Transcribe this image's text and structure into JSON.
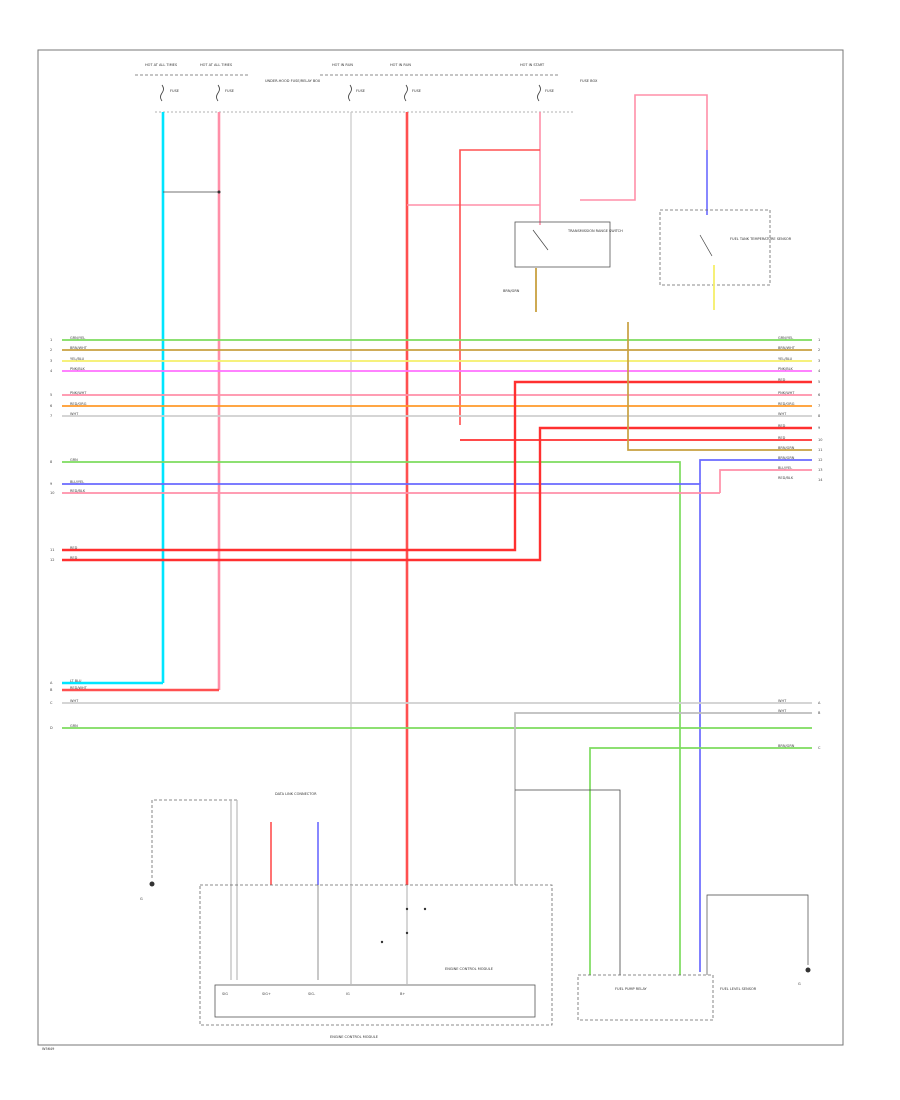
{
  "fuses": [
    {
      "id": "f1",
      "label": "HOT AT ALL TIMES",
      "fuse": "FUSE"
    },
    {
      "id": "f2",
      "label": "HOT AT ALL TIMES",
      "fuse": "FUSE"
    },
    {
      "id": "f3",
      "label": "HOT IN RUN",
      "fuse": "FUSE"
    },
    {
      "id": "f4",
      "label": "HOT IN RUN",
      "fuse": "FUSE"
    },
    {
      "id": "f5",
      "label": "HOT IN START",
      "fuse": "FUSE"
    }
  ],
  "fuse_block_note": "UNDER-HOOD FUSE/RELAY BOX",
  "relay_box_note": "FUSE BOX",
  "components": {
    "trans_range": "TRANSMISSION RANGE SWITCH",
    "fuel_tank_temp": "FUEL TANK TEMPERATURE SENSOR",
    "engine_control_module": "ENGINE CONTROL MODULE",
    "ecm_bottom": "ENGINE CONTROL MODULE",
    "fuel_pump": "FUEL PUMP RELAY",
    "fuel_level": "FUEL LEVEL SENSOR",
    "ground_left": "G",
    "ground_right": "G",
    "data_link": "DATA LINK CONNECTOR"
  },
  "wires_left": [
    {
      "color": "GRN/YEL",
      "pin": "1"
    },
    {
      "color": "BRN/WHT",
      "pin": "2"
    },
    {
      "color": "YEL/BLU",
      "pin": "3"
    },
    {
      "color": "PNK/BLK",
      "pin": "4"
    },
    {
      "color": "PNK/WHT",
      "pin": "5"
    },
    {
      "color": "RED/ORG",
      "pin": "6"
    },
    {
      "color": "WHT",
      "pin": "7"
    },
    {
      "color": "GRN",
      "pin": "8"
    },
    {
      "color": "BLU/YEL",
      "pin": "9"
    },
    {
      "color": "RED/BLK",
      "pin": "10"
    },
    {
      "color": "RED",
      "pin": "11"
    },
    {
      "color": "RED",
      "pin": "12"
    }
  ],
  "wires_right": [
    {
      "color": "GRN/YEL",
      "pin": "1"
    },
    {
      "color": "BRN/WHT",
      "pin": "2"
    },
    {
      "color": "YEL/BLU",
      "pin": "3"
    },
    {
      "color": "PNK/BLK",
      "pin": "4"
    },
    {
      "color": "RED",
      "pin": "5"
    },
    {
      "color": "PNK/WHT",
      "pin": "6"
    },
    {
      "color": "RED/ORG",
      "pin": "7"
    },
    {
      "color": "WHT",
      "pin": "8"
    },
    {
      "color": "RED",
      "pin": "9"
    },
    {
      "color": "RED",
      "pin": "10"
    },
    {
      "color": "BRN/GRN",
      "pin": "11"
    },
    {
      "color": "BRN/GRN",
      "pin": "12"
    },
    {
      "color": "BLU/YEL",
      "pin": "13"
    },
    {
      "color": "RED/BLK",
      "pin": "14"
    }
  ],
  "wires_lower_left": [
    {
      "color": "LT BLU",
      "pin": "A"
    },
    {
      "color": "RED/WHT",
      "pin": "B"
    },
    {
      "color": "WHT",
      "pin": "C"
    },
    {
      "color": "GRN",
      "pin": "D"
    }
  ],
  "wires_lower_right": [
    {
      "color": "WHT",
      "pin": "A"
    },
    {
      "color": "WHT",
      "pin": "B"
    },
    {
      "color": "BRN/GRN",
      "pin": "C"
    }
  ],
  "ecm_pins": [
    "SIG",
    "SIG+",
    "SIG-",
    "IG",
    "B+"
  ],
  "footer_code": "W5649",
  "colors": {
    "lt_blue": "#00e5ff",
    "red": "#ff2a2a",
    "pink": "#ff8fa8",
    "green": "#7ddc5e",
    "blue": "#6a6aff",
    "yellow": "#f5ef6a",
    "magenta": "#ff70ff",
    "orange": "#ff9a2a",
    "white_wire": "#cfcfcf",
    "brown": "#c8a040"
  }
}
